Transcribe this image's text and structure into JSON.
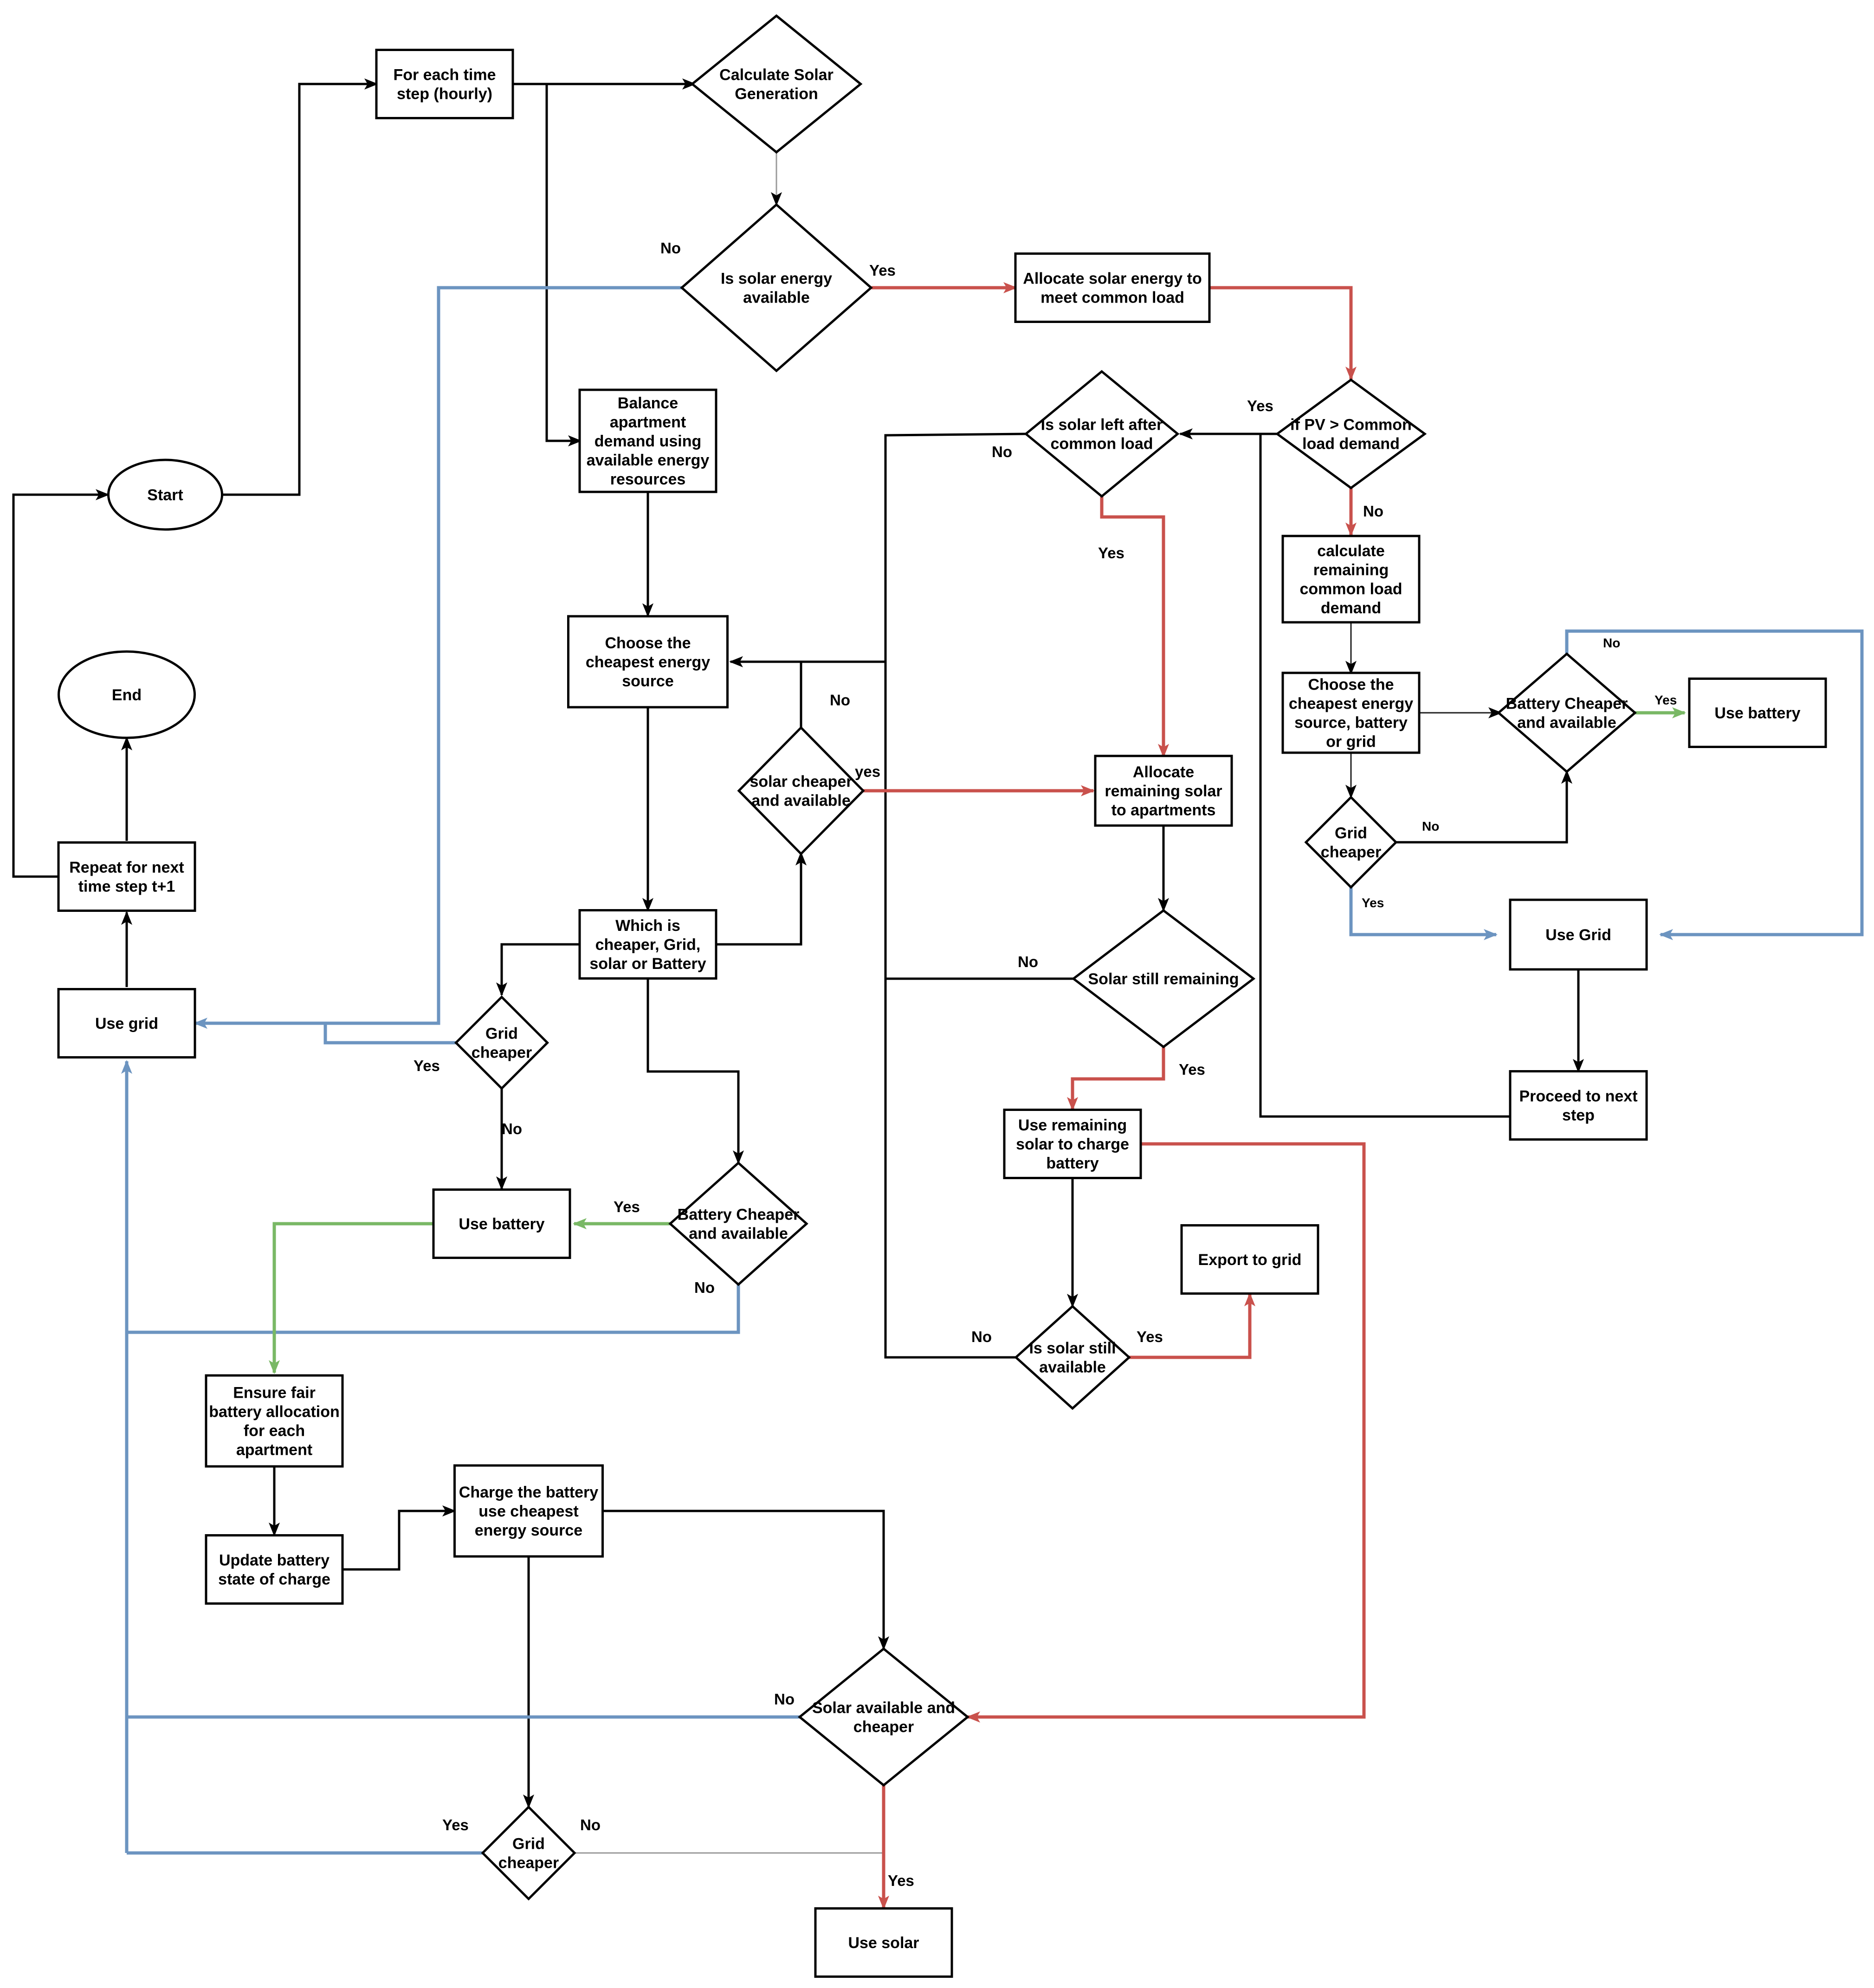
{
  "colors": {
    "flow_default": "#000000",
    "flow_solar": "#c9514c",
    "flow_grid": "#6c94c0",
    "flow_battery": "#79b865"
  },
  "nodes": {
    "start": "Start",
    "end": "End",
    "for_each": [
      "For each time",
      "step (hourly)"
    ],
    "calc_solar": [
      "Calculate Solar",
      "Generation"
    ],
    "is_solar_available": [
      "Is solar energy",
      "available"
    ],
    "allocate_common": [
      "Allocate solar energy to",
      "meet common load"
    ],
    "pv_gt_common": [
      "if PV > Common",
      "load demand"
    ],
    "solar_left": [
      "Is solar left after",
      "common load"
    ],
    "balance": [
      "Balance",
      "apartment",
      "demand  using",
      "available energy",
      "resources"
    ],
    "choose_cheapest": [
      "Choose the",
      "cheapest energy",
      "source"
    ],
    "solar_cheaper_avail": [
      "solar cheaper",
      "and available"
    ],
    "allocate_remaining": [
      "Allocate",
      "remaining solar",
      "to apartments"
    ],
    "calc_remaining": [
      "calculate",
      "remaining",
      "common load",
      "demand"
    ],
    "choose_cheapest_right": [
      "Choose the",
      "cheapest energy",
      "source, battery",
      "or grid"
    ],
    "battery_cheaper_right": [
      "Battery Cheaper",
      "and available"
    ],
    "use_battery_right": [
      "Use battery"
    ],
    "grid_cheaper_right": [
      "Grid",
      "cheaper"
    ],
    "use_grid_right": [
      "Use Grid"
    ],
    "proceed_next": [
      "Proceed to next",
      "step"
    ],
    "which_cheaper": [
      "Which is",
      "cheaper, Grid,",
      "solar or Battery"
    ],
    "grid_cheaper_mid": [
      "Grid",
      "cheaper"
    ],
    "use_grid_left": [
      "Use grid"
    ],
    "repeat": [
      "Repeat for next",
      "time step t+1"
    ],
    "use_battery_mid": [
      "Use battery"
    ],
    "battery_cheaper_mid": [
      "Battery Cheaper",
      "and available"
    ],
    "solar_still_remaining": [
      "Solar still remaining"
    ],
    "use_remaining_charge": [
      "Use remaining",
      "solar to charge",
      "battery"
    ],
    "export_grid": [
      "Export to grid"
    ],
    "solar_still_available": [
      "Is solar still",
      "available"
    ],
    "ensure_fair": [
      "Ensure fair",
      "battery allocation",
      "for each",
      "apartment"
    ],
    "update_battery": [
      "Update battery",
      "state of charge"
    ],
    "charge_battery": [
      "Charge the battery",
      "use cheapest",
      "energy source"
    ],
    "solar_avail_cheaper": [
      "Solar available and",
      "cheaper"
    ],
    "grid_cheaper_bottom": [
      "Grid",
      "cheaper"
    ],
    "use_solar": [
      "Use solar"
    ]
  },
  "edge_labels": {
    "no_solar_available": "No",
    "yes_solar_available": "Yes",
    "yes_pv": "Yes",
    "no_pv": "No",
    "no_solar_left": "No",
    "yes_solar_left": "Yes",
    "no_solar_cheaper": "No",
    "yes_solar_cheaper": "yes",
    "no_battery_right": "No",
    "yes_battery_right": "Yes",
    "no_grid_right": "No",
    "yes_grid_right": "Yes",
    "yes_grid_mid": "Yes",
    "no_grid_mid": "No",
    "yes_battery_mid": "Yes",
    "no_battery_mid": "No",
    "no_still_remaining": "No",
    "yes_still_remaining": "Yes",
    "no_still_available": "No",
    "yes_still_available": "Yes",
    "no_solar_avail_cheaper": "No",
    "yes_grid_bottom": "Yes",
    "no_grid_bottom": "No",
    "yes_use_solar": "Yes"
  }
}
